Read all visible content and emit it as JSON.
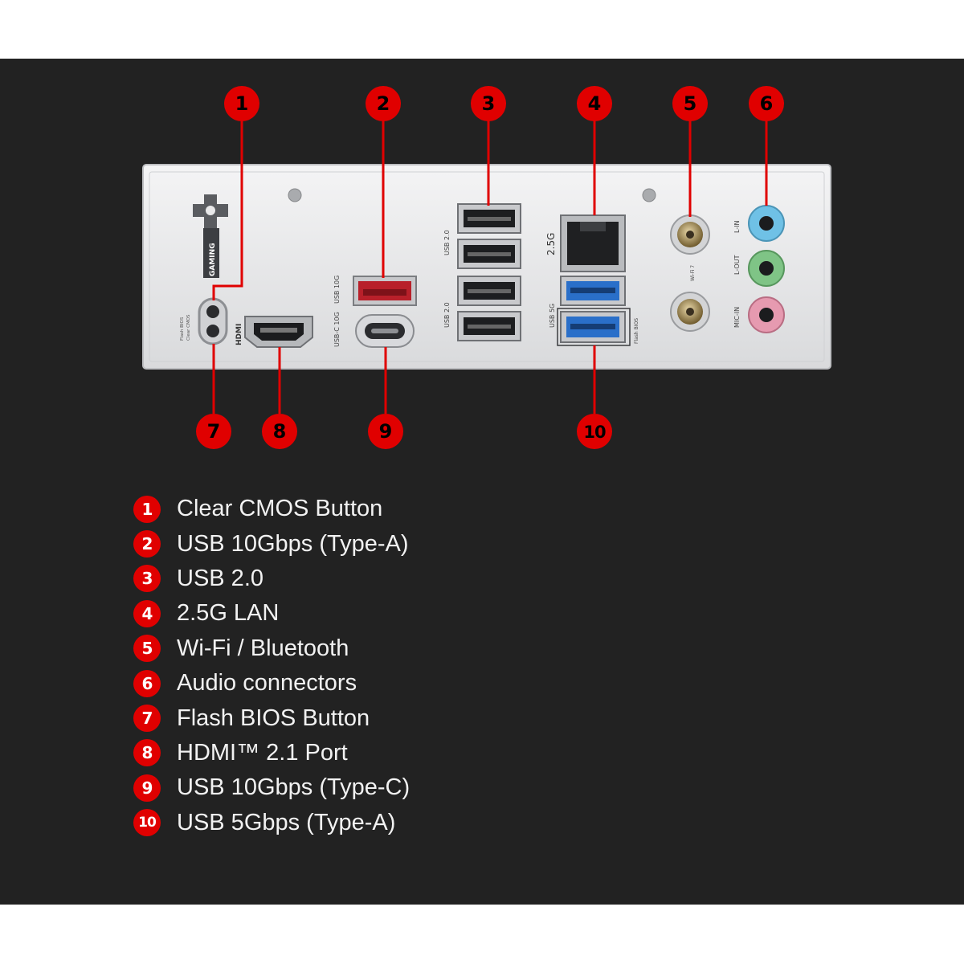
{
  "colors": {
    "background": "#222222",
    "badge": "#e00000",
    "text": "#f2f2f2",
    "panel": "#e9e9ea",
    "usb_blue": "#2a6fc9",
    "usb_red": "#b8202a",
    "jack_blue": "#6fc1e6",
    "jack_green": "#7fc486",
    "jack_pink": "#e69ab0"
  },
  "callouts": [
    {
      "number": "1"
    },
    {
      "number": "2"
    },
    {
      "number": "3"
    },
    {
      "number": "4"
    },
    {
      "number": "5"
    },
    {
      "number": "6"
    },
    {
      "number": "7"
    },
    {
      "number": "8"
    },
    {
      "number": "9"
    },
    {
      "number": "10"
    }
  ],
  "panel_labels": {
    "gaming": "GAMING",
    "clear_cmos": "Clear CMOS",
    "flash_bios": "Flash BIOS",
    "hdmi": "HDMI",
    "usb_10g_a": "USB 10G",
    "usb_c_10g": "USB-C 10G",
    "usb_20_top": "USB 2.0",
    "usb_20_bottom": "USB 2.0",
    "lan": "2.5G",
    "usb_5g": "USB 5G",
    "flash_bios_port": "Flash BIOS",
    "wifi": "Wi-Fi 7",
    "line_in": "L-IN",
    "line_out": "L-OUT",
    "mic_in": "MIC-IN"
  },
  "legend": [
    {
      "number": "1",
      "label": "Clear CMOS Button"
    },
    {
      "number": "2",
      "label": "USB 10Gbps (Type-A)"
    },
    {
      "number": "3",
      "label": "USB 2.0"
    },
    {
      "number": "4",
      "label": "2.5G LAN"
    },
    {
      "number": "5",
      "label": "Wi-Fi / Bluetooth"
    },
    {
      "number": "6",
      "label": "Audio connectors"
    },
    {
      "number": "7",
      "label": "Flash BIOS Button"
    },
    {
      "number": "8",
      "label": "HDMI™ 2.1 Port"
    },
    {
      "number": "9",
      "label": "USB 10Gbps (Type-C)"
    },
    {
      "number": "10",
      "label": "USB 5Gbps (Type-A)"
    }
  ]
}
